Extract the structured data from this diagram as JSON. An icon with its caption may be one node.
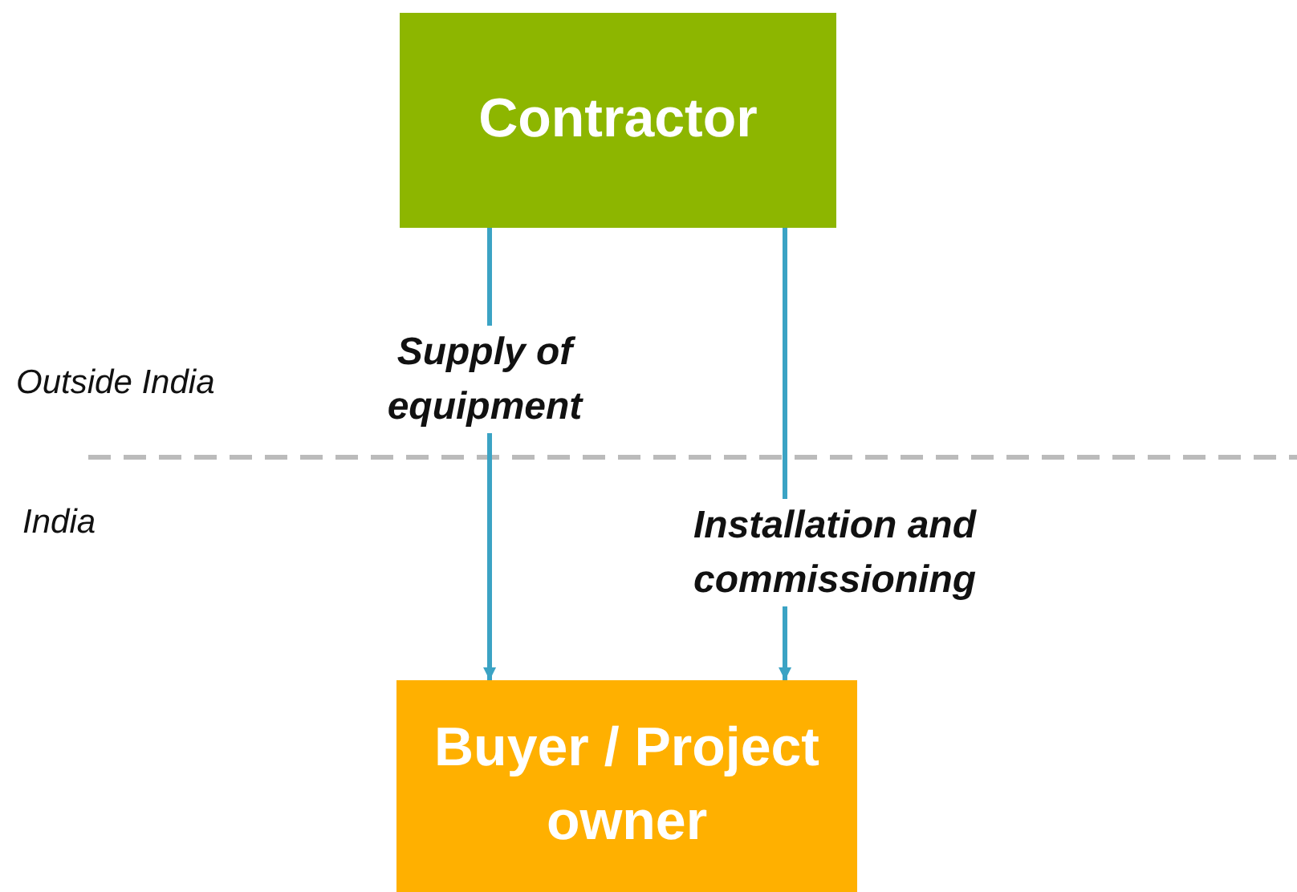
{
  "diagram": {
    "nodes": [
      {
        "text": [
          "Contractor"
        ]
      },
      {
        "text": [
          "Buyer / Project owner"
        ]
      }
    ],
    "edges": [
      {
        "from": 0,
        "to": 1,
        "arrow": "to",
        "label": "Supply of equipment"
      },
      {
        "from": 0,
        "to": 1,
        "arrow": "to",
        "label": "Installation and commissioning"
      }
    ],
    "labels": [
      "Outside India",
      "India"
    ]
  }
}
